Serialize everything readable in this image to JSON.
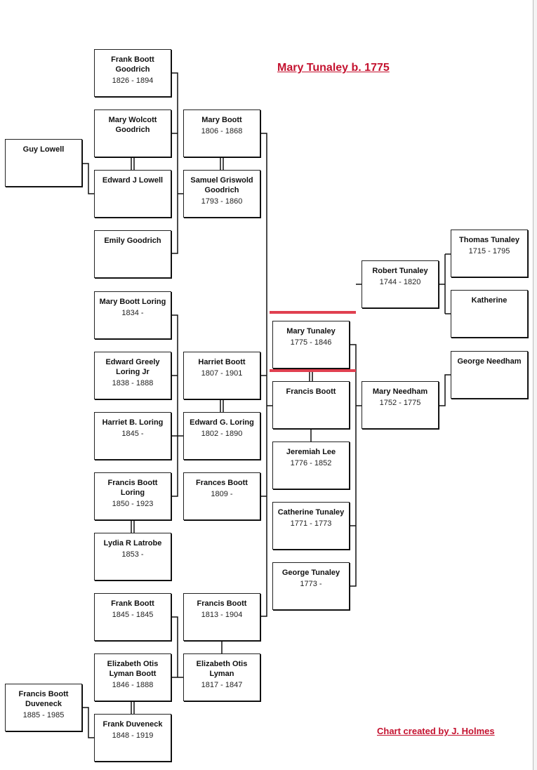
{
  "title": "Mary Tunaley b. 1775",
  "credit": "Chart created by J. Holmes",
  "colors": {
    "accent": "#c4122f",
    "highlight": "#e04050"
  },
  "people": [
    {
      "name": "Frank Boott Goodrich",
      "dates": "1826 - 1894"
    },
    {
      "name": "Mary Wolcott Goodrich",
      "dates": ""
    },
    {
      "name": "Edward J Lowell",
      "dates": ""
    },
    {
      "name": "Emily Goodrich",
      "dates": ""
    },
    {
      "name": "Mary Boott Loring",
      "dates": "1834 -"
    },
    {
      "name": "Edward Greely Loring Jr",
      "dates": "1838 - 1888"
    },
    {
      "name": "Harriet B. Loring",
      "dates": "1845 -"
    },
    {
      "name": "Francis Boott Loring",
      "dates": "1850 - 1923"
    },
    {
      "name": "Lydia R Latrobe",
      "dates": "1853 -"
    },
    {
      "name": "Frank Boott",
      "dates": "1845 - 1845"
    },
    {
      "name": "Elizabeth Otis Lyman Boott",
      "dates": "1846 - 1888"
    },
    {
      "name": "Frank Duveneck",
      "dates": "1848 - 1919"
    },
    {
      "name": "Guy Lowell",
      "dates": ""
    },
    {
      "name": "Francis Boott Duveneck",
      "dates": "1885 - 1985"
    },
    {
      "name": "Mary Boott",
      "dates": "1806 - 1868"
    },
    {
      "name": "Samuel Griswold Goodrich",
      "dates": "1793 - 1860"
    },
    {
      "name": "Harriet Boott",
      "dates": "1807 - 1901"
    },
    {
      "name": "Edward G. Loring",
      "dates": "1802 - 1890"
    },
    {
      "name": "Frances Boott",
      "dates": "1809 -"
    },
    {
      "name": "Francis Boott",
      "dates": "1813 - 1904"
    },
    {
      "name": "Elizabeth Otis Lyman",
      "dates": "1817 - 1847"
    },
    {
      "name": "Mary Tunaley",
      "dates": "1775 - 1846"
    },
    {
      "name": "Francis Boott",
      "dates": ""
    },
    {
      "name": "Jeremiah Lee",
      "dates": "1776 - 1852"
    },
    {
      "name": "Catherine Tunaley",
      "dates": "1771 - 1773"
    },
    {
      "name": "George Tunaley",
      "dates": "1773 -"
    },
    {
      "name": "Robert Tunaley",
      "dates": "1744 - 1820"
    },
    {
      "name": "Mary Needham",
      "dates": "1752 - 1775"
    },
    {
      "name": "Thomas Tunaley",
      "dates": "1715 - 1795"
    },
    {
      "name": "Katherine",
      "dates": ""
    },
    {
      "name": "George Needham",
      "dates": ""
    }
  ]
}
